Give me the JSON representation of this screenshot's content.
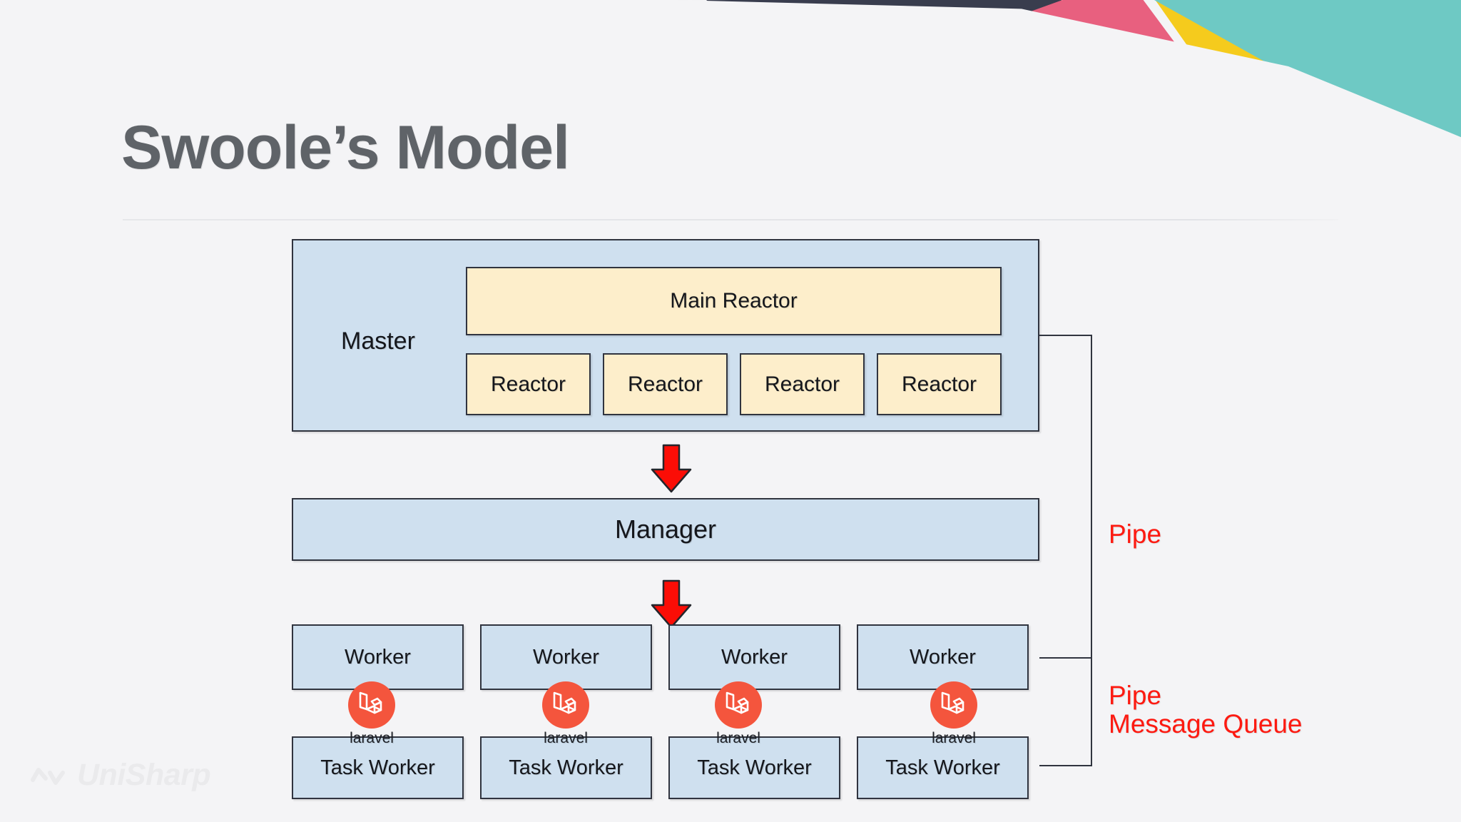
{
  "slide": {
    "title": "Swoole’s Model",
    "watermark": {
      "brand": "UniSharp",
      "mark_icon": "chain-link-icon"
    },
    "colors": {
      "background": "#f4f4f6",
      "title_text": "#5f6368",
      "process_box_fill": "#cfe0ef",
      "reactor_box_fill": "#fdeecb",
      "box_border": "#30343f",
      "arrow_red": "#fd1a11",
      "pipe_label_red": "#fd1a11",
      "laravel_red": "#f4553d",
      "ribbon_dark": "#393d4e",
      "ribbon_pink": "#e8607f",
      "ribbon_yellow": "#f5cb1d",
      "ribbon_teal": "#6ec9c4"
    }
  },
  "decor": {
    "ribbons": [
      {
        "name": "dark",
        "color": "#393d4e"
      },
      {
        "name": "pink",
        "color": "#e8607f"
      },
      {
        "name": "yellow",
        "color": "#f5cb1d"
      },
      {
        "name": "teal",
        "color": "#6ec9c4"
      }
    ]
  },
  "diagram": {
    "master": {
      "label": "Master",
      "main_reactor": "Main Reactor",
      "reactors": [
        "Reactor",
        "Reactor",
        "Reactor",
        "Reactor"
      ]
    },
    "manager": {
      "label": "Manager"
    },
    "workers": [
      "Worker",
      "Worker",
      "Worker",
      "Worker"
    ],
    "task_workers": [
      "Task Worker",
      "Task Worker",
      "Task Worker",
      "Task Worker"
    ],
    "laravel_badges": [
      {
        "caption": "laravel",
        "icon": "laravel-logo-icon"
      },
      {
        "caption": "laravel",
        "icon": "laravel-logo-icon"
      },
      {
        "caption": "laravel",
        "icon": "laravel-logo-icon"
      },
      {
        "caption": "laravel",
        "icon": "laravel-logo-icon"
      }
    ],
    "arrows": [
      {
        "name": "master-to-manager",
        "icon": "arrow-down-icon"
      },
      {
        "name": "manager-to-workers",
        "icon": "arrow-down-icon"
      }
    ],
    "annotations": {
      "pipe_upper": "Pipe",
      "pipe_lower_line1": "Pipe",
      "pipe_lower_line2": "Message Queue"
    }
  }
}
